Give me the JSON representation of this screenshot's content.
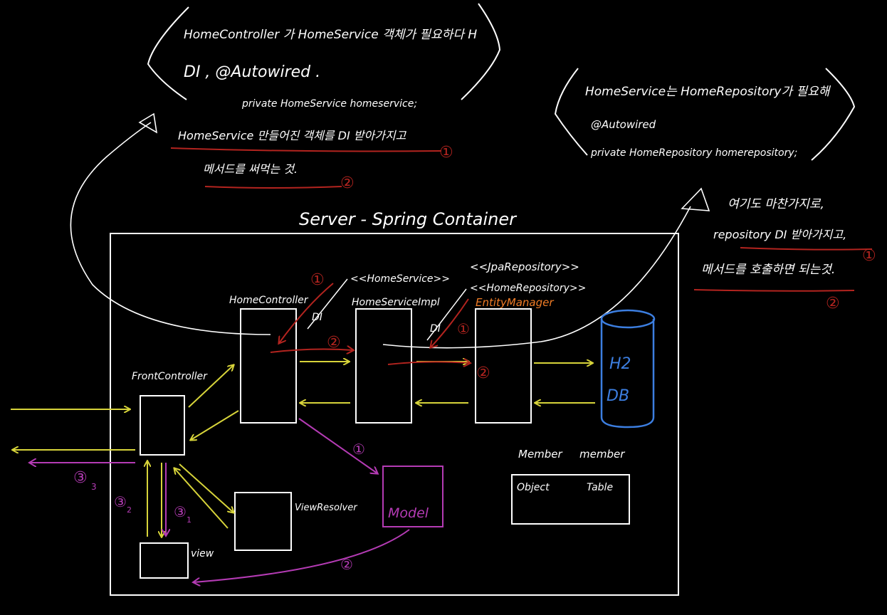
{
  "notes": {
    "controller": {
      "line1": "HomeController 가  HomeService 객체가 필요하다 H",
      "line2": "DI ,  @Autowired .",
      "line3": "private HomeService homeservice;",
      "line4": "HomeService 만들어진 객체를 DI 받아가지고",
      "line5": "메서드를 써먹는 것.",
      "mark1": "①",
      "mark2": "②"
    },
    "service": {
      "line1": "HomeService는  HomeRepository가 필요해",
      "line2": "@Autowired",
      "line3": "private HomeRepository homerepository;"
    },
    "repository": {
      "line1": "여기도 마찬가지로,",
      "line2": "repository DI 받아가지고,",
      "line3": "메서드를 호출하면 되는것.",
      "mark1": "①",
      "mark2": "②"
    }
  },
  "container": {
    "title": "Server - Spring Container"
  },
  "components": {
    "front_controller": "FrontController",
    "home_controller": "HomeController",
    "home_service_stereotype": "<<HomeService>>",
    "home_service_impl": "HomeServiceImpl",
    "jpa_repository_stereotype": "<<JpaRepository>>",
    "home_repository_stereotype": "<<HomeRepository>>",
    "entity_manager": "EntityManager",
    "view_resolver": "ViewResolver",
    "view": "view",
    "model": "Model",
    "db_line1": "H2",
    "db_line2": "DB",
    "member_object_header": "Member",
    "member_table_header": "member",
    "member_object_label": "Object",
    "member_table_label": "Table"
  },
  "labels": {
    "di_controller": "DI",
    "di_repository": "DI",
    "step_c1": "①",
    "step_c2": "②",
    "step_r1": "①",
    "step_r2": "②",
    "step_model1": "①",
    "step_model2": "②",
    "step_31": "③",
    "step_31_sub": "1",
    "step_32": "③",
    "step_32_sub": "2",
    "step_33": "③",
    "step_33_sub": "3"
  },
  "colors": {
    "white": "#ffffff",
    "yellow": "#d7d43a",
    "red": "#b3241f",
    "magenta": "#b43bb4",
    "blue": "#3c7ee0",
    "orange": "#f07c26"
  }
}
